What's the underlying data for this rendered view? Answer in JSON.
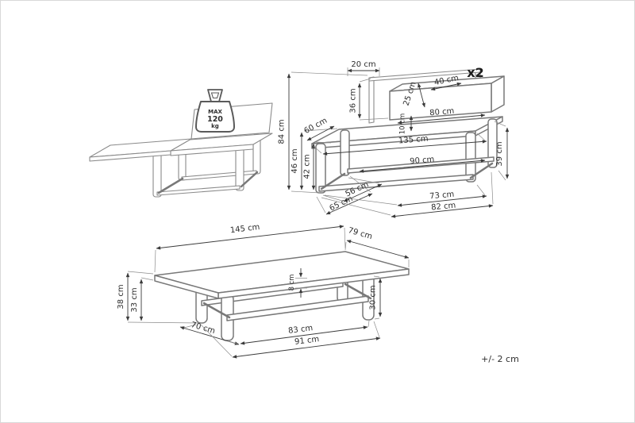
{
  "note": {
    "tolerance": "+/- 2 cm"
  },
  "load_marker": {
    "label": "MAX",
    "value": "120",
    "unit": "kg"
  },
  "bench": {
    "quantity": "x2",
    "dims": {
      "top_gap": "20 cm",
      "backrest_height": "36 cm",
      "cushion_height": "25 cm",
      "cushion_depth": "40 cm",
      "cushion_width": "80 cm",
      "total_height": "84 cm",
      "seat_height": "46 cm",
      "frame_height": "42 cm",
      "seat_depth_top": "60 cm",
      "seat_thickness": "10 cm",
      "seat_width": "135 cm",
      "stretcher_width": "90 cm",
      "leg_height": "39 cm",
      "seat_depth": "56 cm",
      "total_depth": "65 cm",
      "base_width_inner": "73 cm",
      "base_width_outer": "82 cm"
    }
  },
  "table": {
    "dims": {
      "top_length": "145 cm",
      "top_depth": "79 cm",
      "total_height": "38 cm",
      "frame_height": "33 cm",
      "top_thickness": "8 cm",
      "leg_height": "30 cm",
      "base_depth": "70 cm",
      "stretcher_length": "83 cm",
      "base_length": "91 cm"
    }
  }
}
